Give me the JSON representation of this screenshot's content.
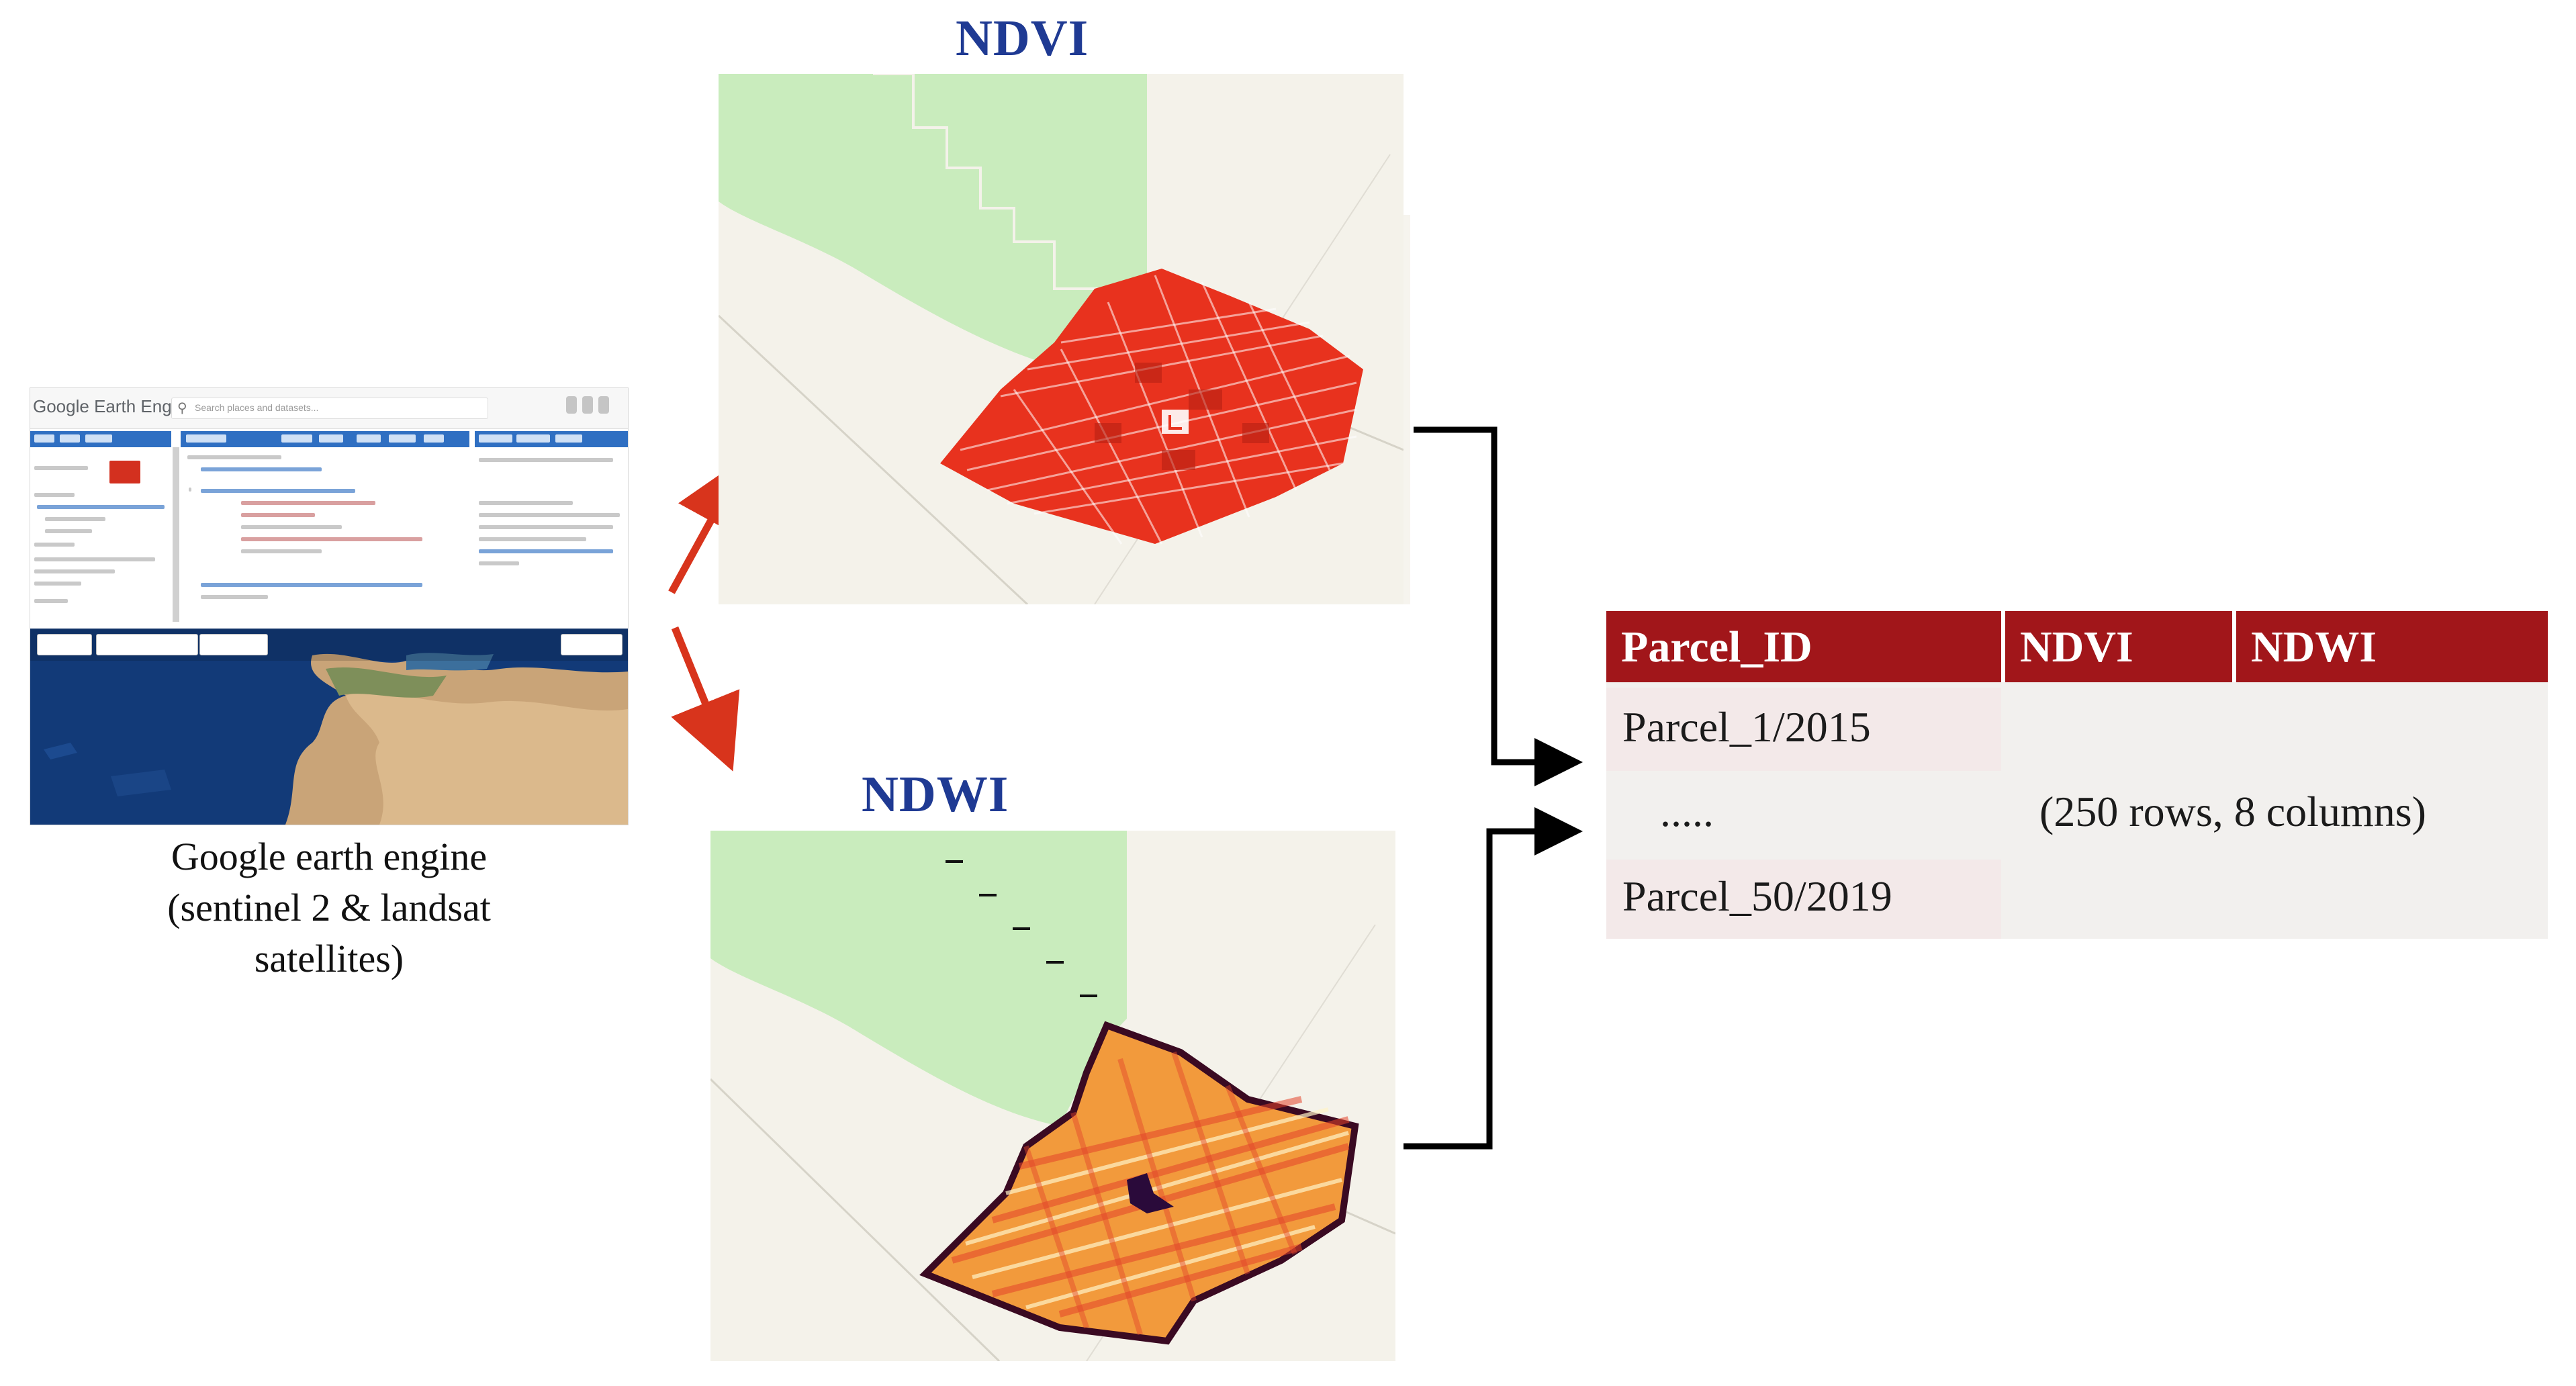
{
  "gee": {
    "logo_text": "Google Earth Engine",
    "search_placeholder": "Search places and datasets...",
    "caption_lines": [
      "Google earth engine",
      "(sentinel 2 & landsat",
      "satellites)"
    ]
  },
  "ndvi": {
    "title": "NDVI"
  },
  "ndwi": {
    "title": "NDWI"
  },
  "table": {
    "headers": [
      "Parcel_ID",
      "NDVI",
      "NDWI"
    ],
    "rows": [
      "Parcel_1/2015",
      ".....",
      "Parcel_50/2019"
    ],
    "summary": "(250 rows, 8 columns)",
    "colors": {
      "header_bg": "#a1161a",
      "header_text": "#ffffff",
      "id_cell_bg": "#f3e9e9",
      "body_bg": "#f2f0ee"
    }
  },
  "colors": {
    "arrow_red": "#d8341c",
    "title_blue": "#1f3a93",
    "connector": "#000000",
    "ndvi_fill": "#e8321e",
    "ndwi_fill": "#f29a3c"
  }
}
